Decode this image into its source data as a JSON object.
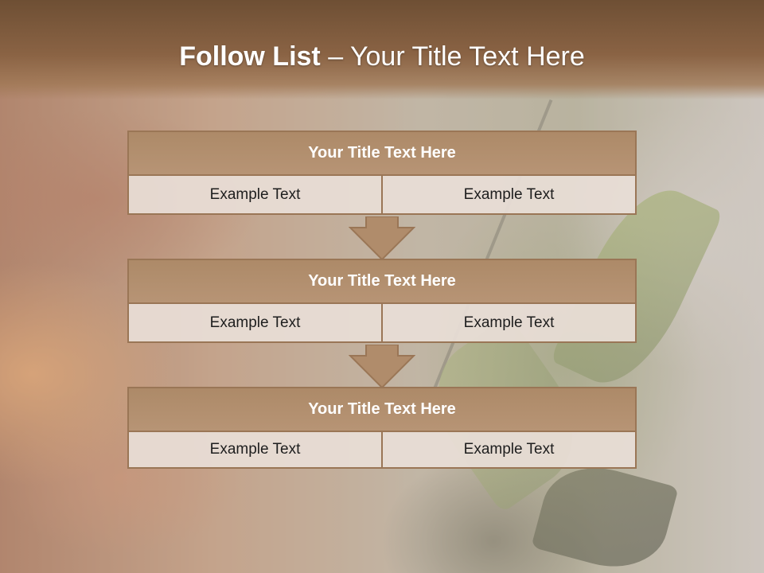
{
  "title": {
    "bold": "Follow List ",
    "rest": "– Your Title Text Here"
  },
  "blocks": [
    {
      "heading": "Your Title Text Here",
      "left": "Example Text",
      "right": "Example Text"
    },
    {
      "heading": "Your Title Text Here",
      "left": "Example Text",
      "right": "Example Text"
    },
    {
      "heading": "Your Title Text Here",
      "left": "Example Text",
      "right": "Example Text"
    }
  ],
  "colors": {
    "header_fill": "#b08c6b",
    "border": "#9a7656",
    "cell_fill": "#e6ddd5",
    "arrow_fill": "#b08c6b",
    "title_band": "#7a5a3c"
  }
}
